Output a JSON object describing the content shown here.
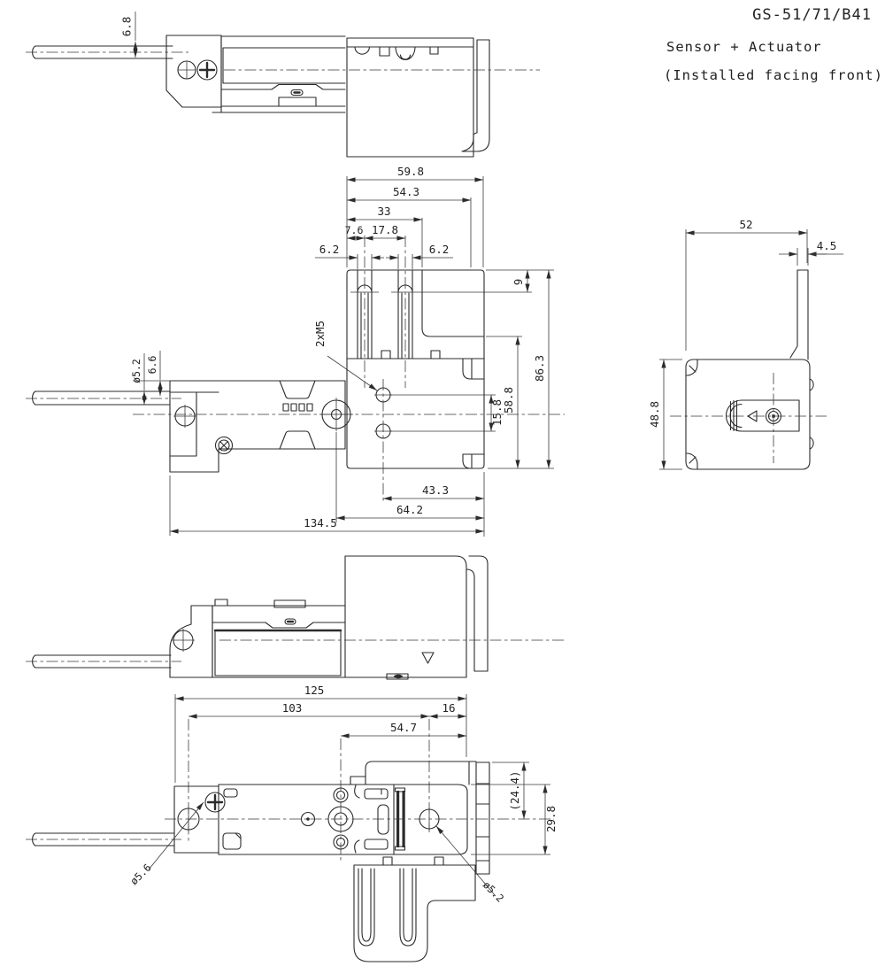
{
  "title": {
    "model": "GS-51/71/B41",
    "subtitle": "Sensor + Actuator",
    "note": "(Installed facing front)"
  },
  "colors": {
    "line": "#2b2b2b",
    "background": "#ffffff"
  },
  "views": {
    "top": {
      "dims": {
        "cable_offset": "6.8"
      }
    },
    "front": {
      "dims": {
        "width_overall": "59.8",
        "width_mount": "54.3",
        "width_slot_span": "33",
        "slot_offset": "7.6",
        "slot_pitch": "17.8",
        "slot_width_left": "6.2",
        "slot_width_right": "6.2",
        "top_to_slot": "9",
        "height_overall": "86.3",
        "height_lower": "58.8",
        "hole_pitch": "15.8",
        "thread_callout": "2xM5",
        "hole_to_edge": "43.3",
        "center_to_edge": "64.2",
        "length_overall": "134.5",
        "cable_offset": "6.6",
        "cable_dia": "ø5.2"
      }
    },
    "side": {
      "dims": {
        "width": "52",
        "plate_thickness": "4.5",
        "height": "48.8"
      }
    },
    "bottom": {
      "dims": {
        "length_overall": "125",
        "body_length": "103",
        "plate_offset": "16",
        "actuator_offset": "54.7",
        "slot_depth": "(24.4)",
        "height": "29.8",
        "hole_dia": "ø5.6",
        "cable_dia": "ø5.2"
      }
    }
  }
}
